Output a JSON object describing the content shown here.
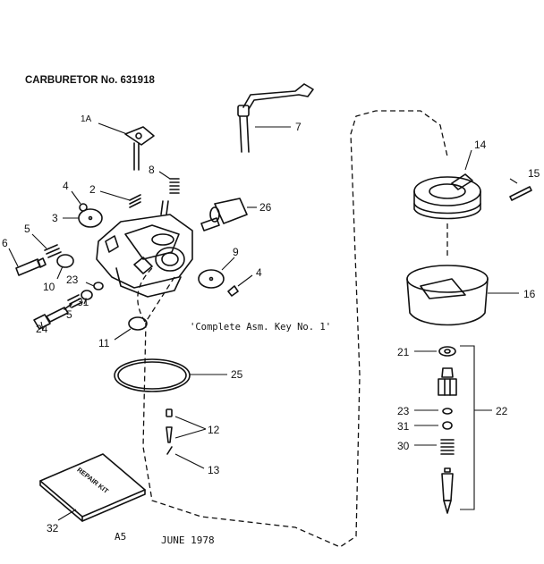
{
  "title": "CARBURETOR No. 631918",
  "note": "'Complete Asm. Key No. 1'",
  "footer": {
    "code": "A5",
    "date": "JUNE 1978"
  },
  "repair_kit_label": "REPAIR KIT",
  "callouts": {
    "c1a": "1A",
    "c2": "2",
    "c3": "3",
    "c4a": "4",
    "c4b": "4",
    "c5a": "5",
    "c5b": "5",
    "c6": "6",
    "c7": "7",
    "c8": "8",
    "c9": "9",
    "c10": "10",
    "c11": "11",
    "c12": "12",
    "c13": "13",
    "c14": "14",
    "c15": "15",
    "c16": "16",
    "c21": "21",
    "c22": "22",
    "c23a": "23",
    "c23b": "23",
    "c24": "24",
    "c25": "25",
    "c26": "26",
    "c30": "30",
    "c31a": "31",
    "c31b": "31",
    "c32": "32"
  }
}
